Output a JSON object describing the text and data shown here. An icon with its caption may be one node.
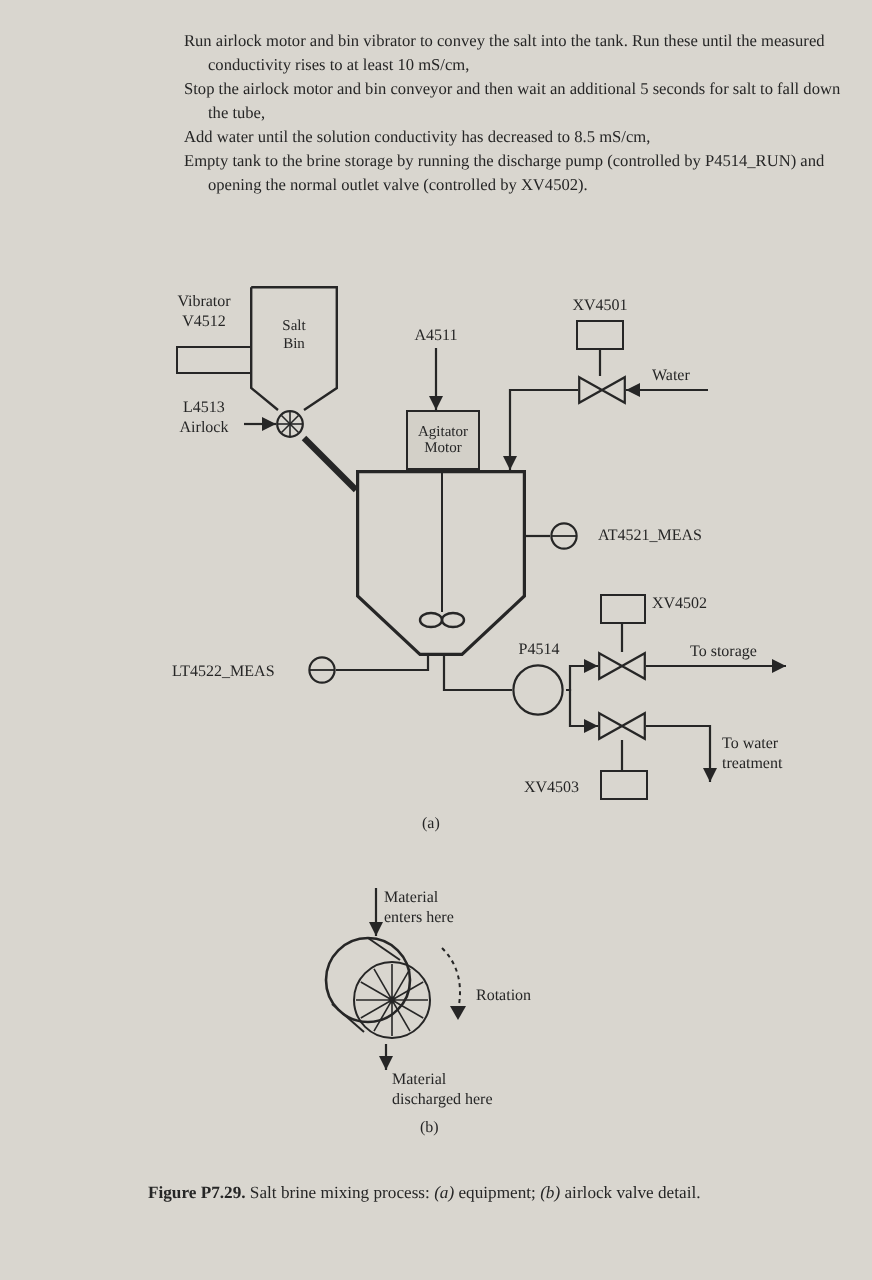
{
  "diagram": {
    "caption": "**Figure P7.29.** Salt brine mixing process: *(a)* equipment; *(b)* airlock valve detail.",
    "nodes": [
      {
        "text": [
          "Vibrator V4512"
        ]
      },
      {
        "text": [
          "Salt Bin"
        ]
      },
      {
        "text": [
          "L4513 Airlock"
        ]
      },
      {
        "text": [],
        "shape": "circle"
      },
      {
        "text": [
          "A4511"
        ]
      },
      {
        "text": [
          "Agitator Motor"
        ]
      },
      {
        "text": [],
        "shape": "tank"
      },
      {
        "text": [
          "XV4501"
        ]
      },
      {
        "text": [],
        "shape": "valve"
      },
      {
        "text": [
          "Water"
        ]
      },
      {
        "text": [
          "AT4521_MEAS"
        ]
      },
      {
        "text": [
          "LT4522_MEAS"
        ]
      },
      {
        "text": [
          "P4514"
        ]
      },
      {
        "text": [
          "XV4502"
        ]
      },
      {
        "text": [],
        "shape": "valve"
      },
      {
        "text": [
          "To storage"
        ]
      },
      {
        "text": [],
        "shape": "valve"
      },
      {
        "text": [
          "XV4503"
        ]
      },
      {
        "text": [
          "To water treatment"
        ]
      },
      {
        "text": [
          "Material enters here"
        ]
      },
      {
        "text": [],
        "shape": "picture"
      },
      {
        "text": [
          "Material discharged here"
        ]
      }
    ],
    "edges": [
      {
        "from": 2,
        "to": 3,
        "arrow": "to"
      },
      {
        "from": 3,
        "to": 6,
        "arrow": "none",
        "style": "thick"
      },
      {
        "from": 4,
        "to": 5,
        "arrow": "to"
      },
      {
        "from": 7,
        "to": 8,
        "arrow": "none"
      },
      {
        "from": 9,
        "to": 8,
        "arrow": "to"
      },
      {
        "from": 8,
        "to": 6,
        "arrow": "to"
      },
      {
        "from": 6,
        "to": 10,
        "arrow": "none"
      },
      {
        "from": 6,
        "to": 11,
        "arrow": "none"
      },
      {
        "from": 6,
        "to": 12,
        "arrow": "none"
      },
      {
        "from": 12,
        "to": 14,
        "arrow": "to"
      },
      {
        "from": 12,
        "to": 16,
        "arrow": "to"
      },
      {
        "from": 13,
        "to": 14,
        "arrow": "none"
      },
      {
        "from": 14,
        "to": 15,
        "arrow": "to"
      },
      {
        "from": 16,
        "to": 17,
        "arrow": "none"
      },
      {
        "from": 16,
        "to": 18,
        "arrow": "to"
      },
      {
        "from": 19,
        "to": 20,
        "arrow": "to"
      },
      {
        "from": 20,
        "to": 21,
        "arrow": "to"
      }
    ],
    "labels": [
      "Run airlock motor and bin vibrator to convey the salt into the tank. Run these until the measured conductivity rises to at least 10 mS/cm,",
      "Stop the airlock motor and bin conveyor and then wait an additional 5 seconds for salt to fall down the tube,",
      "Add water until the solution conductivity has decreased to 8.5 mS/cm,",
      "Empty tank to the brine storage by running the discharge pump (controlled by P4514_RUN) and opening the normal outlet valve (controlled by XV4502).",
      "(a)",
      "Rotation",
      "(b)"
    ]
  }
}
